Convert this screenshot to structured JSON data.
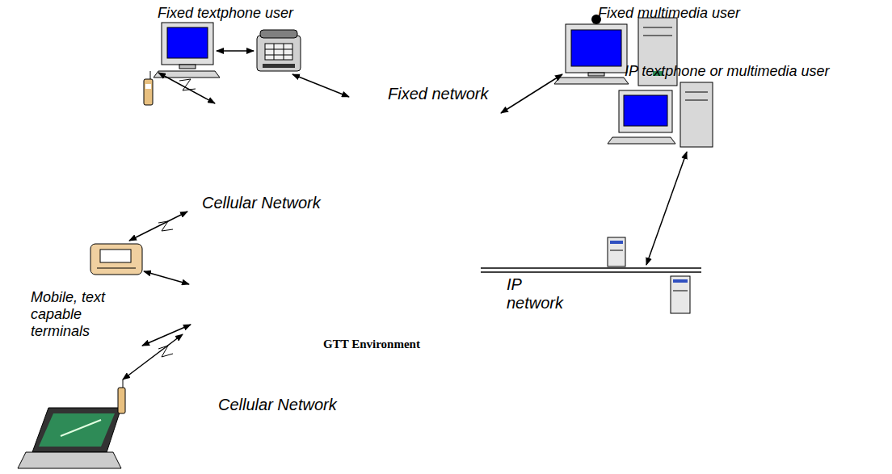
{
  "diagram": {
    "nodes": [
      {
        "text": [
          "GTT Environment"
        ]
      },
      {
        "text": [
          "Cellular Network"
        ],
        "in": 0
      },
      {
        "text": [
          "Cellular Network"
        ],
        "in": 0
      },
      {
        "text": [
          "Fixed network"
        ]
      },
      {
        "text": [
          "IP network"
        ]
      }
    ],
    "labels": [
      "Fixed textphone user",
      "Fixed multimedia user",
      "IP textphone or multimedia user",
      "Mobile, text capable terminals"
    ]
  }
}
